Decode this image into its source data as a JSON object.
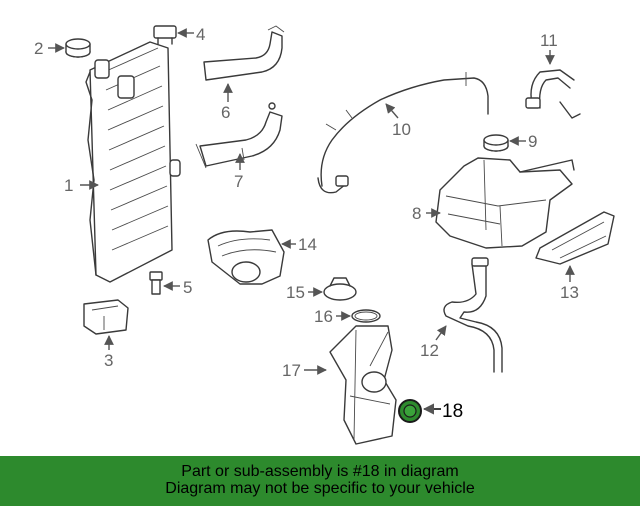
{
  "callouts": {
    "c1": "1",
    "c2": "2",
    "c3": "3",
    "c4": "4",
    "c5": "5",
    "c6": "6",
    "c7": "7",
    "c8": "8",
    "c9": "9",
    "c10": "10",
    "c11": "11",
    "c12": "12",
    "c13": "13",
    "c14": "14",
    "c15": "15",
    "c16": "16",
    "c17": "17",
    "c18": "18"
  },
  "highlight": {
    "part": "18",
    "color": "#2d8a2d"
  },
  "banner": {
    "line1": "Part or sub-assembly is #18 in diagram",
    "line2": "Diagram may not be specific to your vehicle",
    "background": "#2d8a2d"
  }
}
